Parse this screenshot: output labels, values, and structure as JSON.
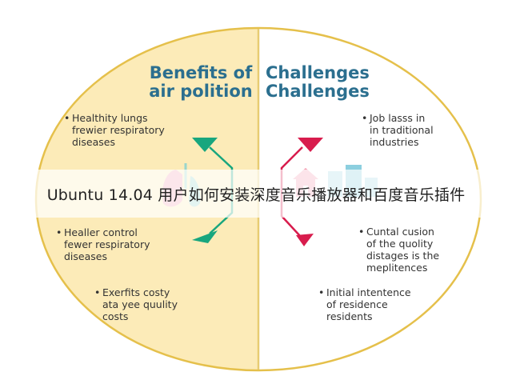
{
  "banner": {
    "title": "Ubuntu 14.04 用户如何安装深度音乐播放器和百度音乐插件"
  },
  "left": {
    "heading": "Benefits of\nair polition",
    "items": [
      "Healthity lungs\nfrewier respiratory\ndiseases",
      "Healler control\nfewer respiratory\ndiseases",
      "Exerfits costy\nata yee quulity\ncosts"
    ]
  },
  "right": {
    "heading": "Challenges\nChallenges",
    "items": [
      "Job lasss in\nin traditional\nindustries",
      "Cuntal cusion\nof the quolity\ndistages is the\nmeplitences",
      "Initial intentence\nof residence\nresidents"
    ]
  },
  "colors": {
    "left_fill": "#fcebb8",
    "right_fill": "#ffffff",
    "ring": "#e5c04b",
    "divider": "#e7cc72",
    "heading": "#2b6f8f",
    "green_arrow": "#18a67e",
    "red_arrow": "#d81c4d",
    "lung_pink": "#f3a6b6",
    "lung_teal": "#9ad6cc"
  },
  "icons": [
    "lungs-icon",
    "house-icon",
    "factory-icon"
  ]
}
